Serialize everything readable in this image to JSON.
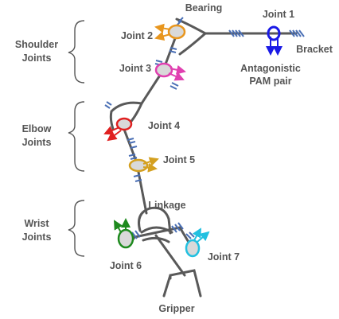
{
  "groups": {
    "shoulder": [
      "Shoulder",
      "Joints"
    ],
    "elbow": [
      "Elbow",
      "Joints"
    ],
    "wrist": [
      "Wrist",
      "Joints"
    ]
  },
  "labels": {
    "bearing": "Bearing",
    "joint1": "Joint 1",
    "bracket": "Bracket",
    "pam_line1": "Antagonistic",
    "pam_line2": "PAM pair",
    "joint2": "Joint 2",
    "joint3": "Joint 3",
    "joint4": "Joint 4",
    "joint5": "Joint 5",
    "linkage": "Linkage",
    "joint6": "Joint 6",
    "joint7": "Joint 7",
    "gripper": "Gripper"
  },
  "colors": {
    "link": "#595959",
    "bracket_hatch": "#4a6fb5",
    "joint1": "#1a1ae6",
    "joint2": "#e8961e",
    "joint3": "#e040b0",
    "joint4": "#e02020",
    "joint5": "#d4a020",
    "joint6": "#1e8a1e",
    "joint7": "#22c0e0",
    "joint_fill": "#d9d9d9"
  }
}
